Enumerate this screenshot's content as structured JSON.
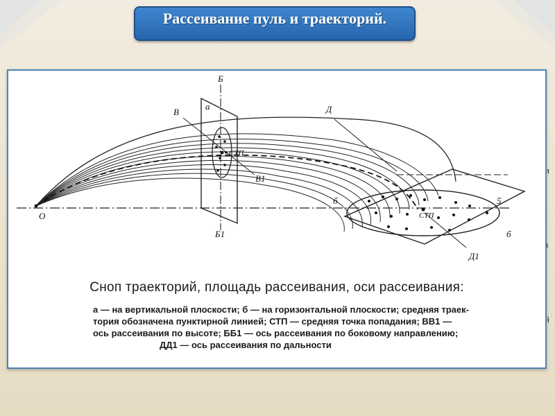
{
  "slide": {
    "title": "Рассеивание пуль и траекторий."
  },
  "figure": {
    "labels": {
      "b_top": "Б",
      "b_bottom": "Б1",
      "v": "В",
      "v1": "В1",
      "a": "а",
      "stp_vertical": "СТП",
      "stp_ground": "СТП",
      "d": "Д",
      "d1": "Д1",
      "o": "О",
      "b_small": "б",
      "b_small_2": "б",
      "five": "5"
    },
    "caption_title": "Сноп траекторий, площадь рассеивания, оси рассеивания:",
    "caption_lines": [
      "а — на вертикальной плоскости; б — на горизонтальной плоскости; средняя траек-",
      "тория обозначена пунктирной линией; СТП — средняя точка попадания; ВВ1 —",
      "ось рассеивания по высоте; ББ1 — ось рассеивания по боковому направлению;",
      "ДД1 — ось рассеивания по дальности"
    ]
  },
  "side_glyphs": [
    "и",
    "ı",
    "й"
  ],
  "colors": {
    "title_bg": "#2f77c2",
    "frame_border": "#4a83b8",
    "background": "#ece3cf"
  }
}
